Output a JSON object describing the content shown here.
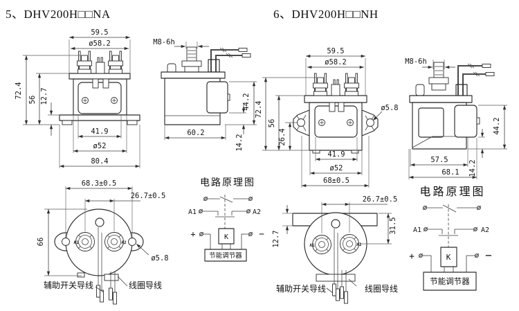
{
  "titles": {
    "na": "5、DHV200H□□NA",
    "nh": "6、DHV200H□□NH"
  },
  "na": {
    "front": {
      "w595": "59.5",
      "d582": "ø58.2",
      "h724": "72.4",
      "h56": "56",
      "h127": "12.7",
      "w419": "41.9",
      "d52": "ø52",
      "w804": "80.4"
    },
    "side": {
      "thread": "M8-6h",
      "d602": "60.2",
      "h442": "44.2",
      "h142": "14.2"
    },
    "bottom": {
      "span683": "68.3±0.5",
      "span267": "26.7±0.5",
      "h66": "66",
      "hole": "ø5.8",
      "a1": "A1",
      "a2": "A2",
      "aux": "辅助开关导线",
      "coil": "线圈导线"
    },
    "circuit": {
      "title": "电路原理图",
      "a1": "A1",
      "a2": "A2",
      "plus": "+",
      "minus": "−",
      "k": "K",
      "reg": "节能调节器"
    }
  },
  "nh": {
    "front": {
      "w595": "59.5",
      "d582": "ø58.2",
      "h724": "72.4",
      "h56": "56",
      "h264": "26.4",
      "hole": "ø5.8",
      "w419": "41.9",
      "d52": "ø52",
      "w68": "68±0.5"
    },
    "side": {
      "thread": "M8-6h",
      "w575": "57.5",
      "w681": "68.1",
      "h442": "44.2",
      "h142": "14.2"
    },
    "bottom": {
      "span267": "26.7±0.5",
      "h315": "31.5",
      "h127": "12.7",
      "a1": "A1",
      "a2": "A2",
      "aux": "辅助开关导线",
      "coil": "线圈导线"
    },
    "circuit": {
      "title": "电路原理图",
      "a1": "A1",
      "a2": "A2",
      "plus": "+",
      "minus": "−",
      "k": "K",
      "reg": "节能调节器"
    }
  }
}
